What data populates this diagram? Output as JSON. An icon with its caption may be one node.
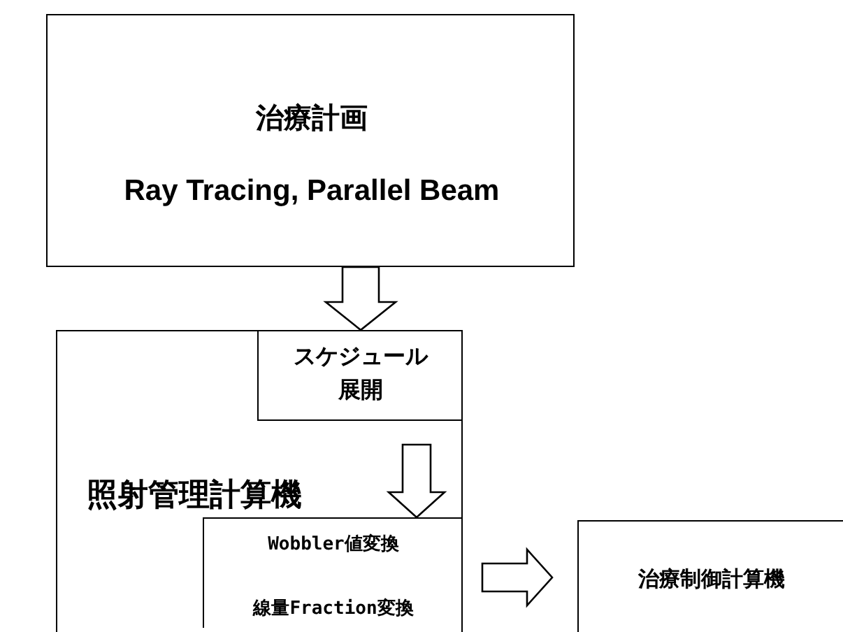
{
  "diagram": {
    "nodes": [
      {
        "text": [
          "治療計画",
          "Ray Tracing, Parallel Beam"
        ]
      },
      {
        "text": [
          "照射管理計算機"
        ]
      },
      {
        "text": [
          "スケジュール展開"
        ],
        "in": 1
      },
      {
        "text": [
          "Wobbler値変換",
          "線量Fraction変換"
        ],
        "in": 1
      },
      {
        "text": [
          "治療制御計算機"
        ]
      }
    ],
    "edges": [
      {
        "from": 0,
        "to": 2,
        "arrow": "to"
      },
      {
        "from": 2,
        "to": 3,
        "arrow": "to"
      },
      {
        "from": 3,
        "to": 4,
        "arrow": "to"
      }
    ]
  }
}
